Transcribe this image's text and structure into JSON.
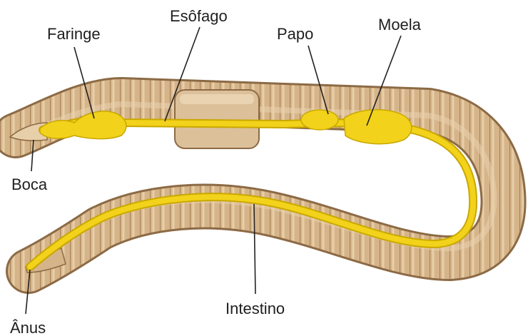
{
  "diagram": {
    "labels": {
      "faringe": "Faringe",
      "esofago": "Esôfago",
      "papo": "Papo",
      "moela": "Moela",
      "boca": "Boca",
      "intestino": "Intestino",
      "anus": "Ânus"
    },
    "colors": {
      "body_fill": "#d6b48a",
      "body_ring": "#a47f55",
      "body_highlight": "#ead2ae",
      "clitellum": "#dcc09a",
      "digestive_tract": "#f2d21a",
      "digestive_outline": "#c9a800",
      "leader_line": "#222222"
    }
  }
}
